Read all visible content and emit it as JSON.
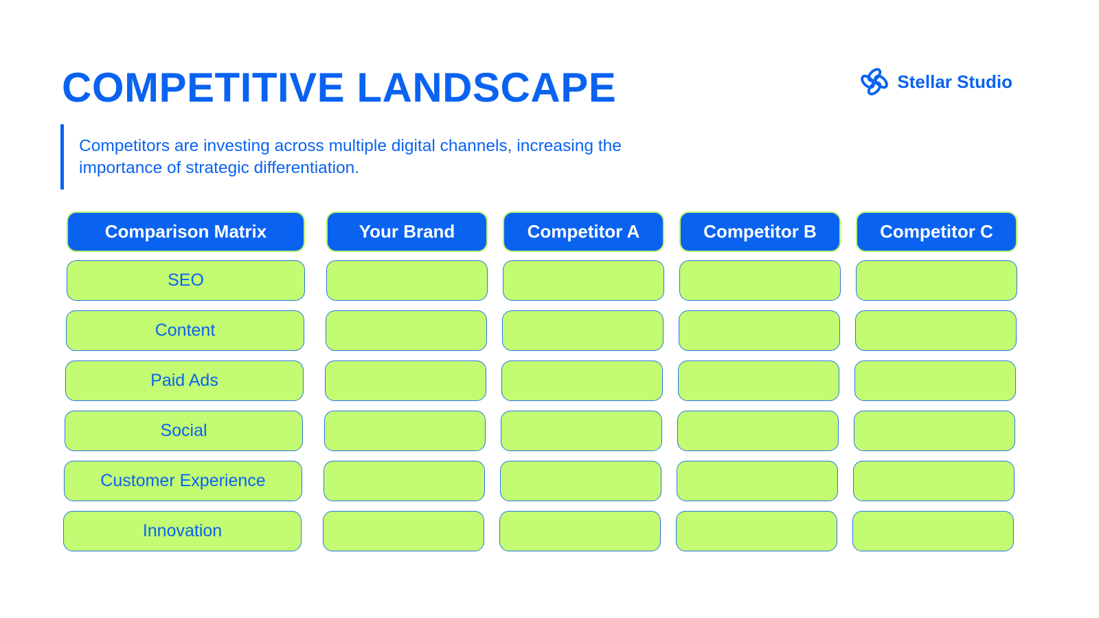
{
  "slide": {
    "title": "COMPETITIVE LANDSCAPE",
    "subtitle": "Competitors are investing across multiple digital channels, increasing the importance of strategic differentiation."
  },
  "brand": {
    "name": "Stellar Studio",
    "icon": "interlocking-petals-logo-icon"
  },
  "matrix": {
    "headers": [
      "Comparison Matrix",
      "Your Brand",
      "Competitor A",
      "Competitor B",
      "Competitor C"
    ],
    "rows": [
      {
        "label": "SEO",
        "values": [
          "",
          "",
          "",
          ""
        ]
      },
      {
        "label": "Content",
        "values": [
          "",
          "",
          "",
          ""
        ]
      },
      {
        "label": "Paid Ads",
        "values": [
          "",
          "",
          "",
          ""
        ]
      },
      {
        "label": "Social",
        "values": [
          "",
          "",
          "",
          ""
        ]
      },
      {
        "label": "Customer Experience",
        "values": [
          "",
          "",
          "",
          ""
        ]
      },
      {
        "label": "Innovation",
        "values": [
          "",
          "",
          "",
          ""
        ]
      }
    ]
  },
  "colors": {
    "primary_blue": "#0a63f0",
    "cell_green": "#c3fb72",
    "background": "#ffffff"
  }
}
